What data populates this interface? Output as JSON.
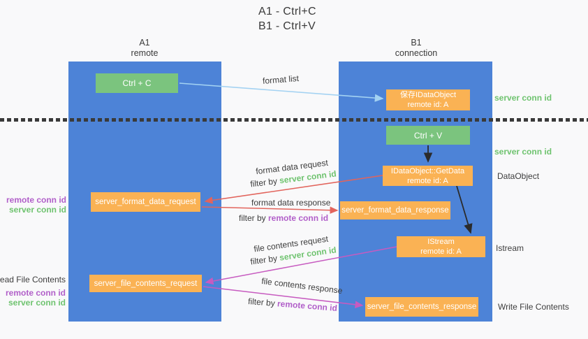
{
  "title": {
    "line1": "A1 - Ctrl+C",
    "line2": "B1 - Ctrl+V"
  },
  "lifelines": {
    "a1": {
      "name": "A1",
      "subtitle": "remote"
    },
    "b1": {
      "name": "B1",
      "subtitle": "connection"
    }
  },
  "nodes": {
    "ctrl_c": {
      "label": "Ctrl + C"
    },
    "ctrl_v": {
      "label": "Ctrl + V"
    },
    "save_idataobject": {
      "line1": "保存IDataObject",
      "line2": "remote id: A"
    },
    "getdata": {
      "line1": "IDataObject::GetData",
      "line2": "remote id: A"
    },
    "istream": {
      "line1": "IStream",
      "line2": "remote id: A"
    },
    "format_request": {
      "label": "server_format_data_request"
    },
    "format_response": {
      "label": "server_format_data_response"
    },
    "file_request": {
      "label": "server_file_contents_request"
    },
    "file_response": {
      "label": "server_file_contents_response"
    }
  },
  "arrow_labels": {
    "format_list": "format list",
    "format_data_request": "format data request",
    "format_data_response": "format data response",
    "file_contents_request": "file contents request",
    "file_contents_response": "file contents response",
    "filter_by": "filter by ",
    "server_conn_id": "server conn id",
    "remote_conn_id": "remote conn id"
  },
  "side_labels": {
    "server_conn_id_top": "server conn id",
    "server_conn_id_mid": "server conn id",
    "dataobject": "DataObject",
    "istream": "Istream",
    "write_file_contents": "Write File Contents",
    "read_file_contents": "Read File Contents",
    "remote_conn_id": "remote conn id",
    "server_conn_id": "server conn id"
  },
  "colors": {
    "background": "#f9f9fa",
    "lifeline_blue": "#4d83d7",
    "node_green": "#7bc47e",
    "node_orange": "#fab254",
    "arrow_light_blue": "#a3d2f2",
    "arrow_red": "#e2645c",
    "arrow_magenta": "#c75bc0",
    "arrow_black": "#2b2b2b",
    "text_green": "#6fc36f",
    "text_purple": "#b15fc9",
    "text_dark": "#3d3d3d",
    "dotted_line": "#3a3a3a"
  }
}
